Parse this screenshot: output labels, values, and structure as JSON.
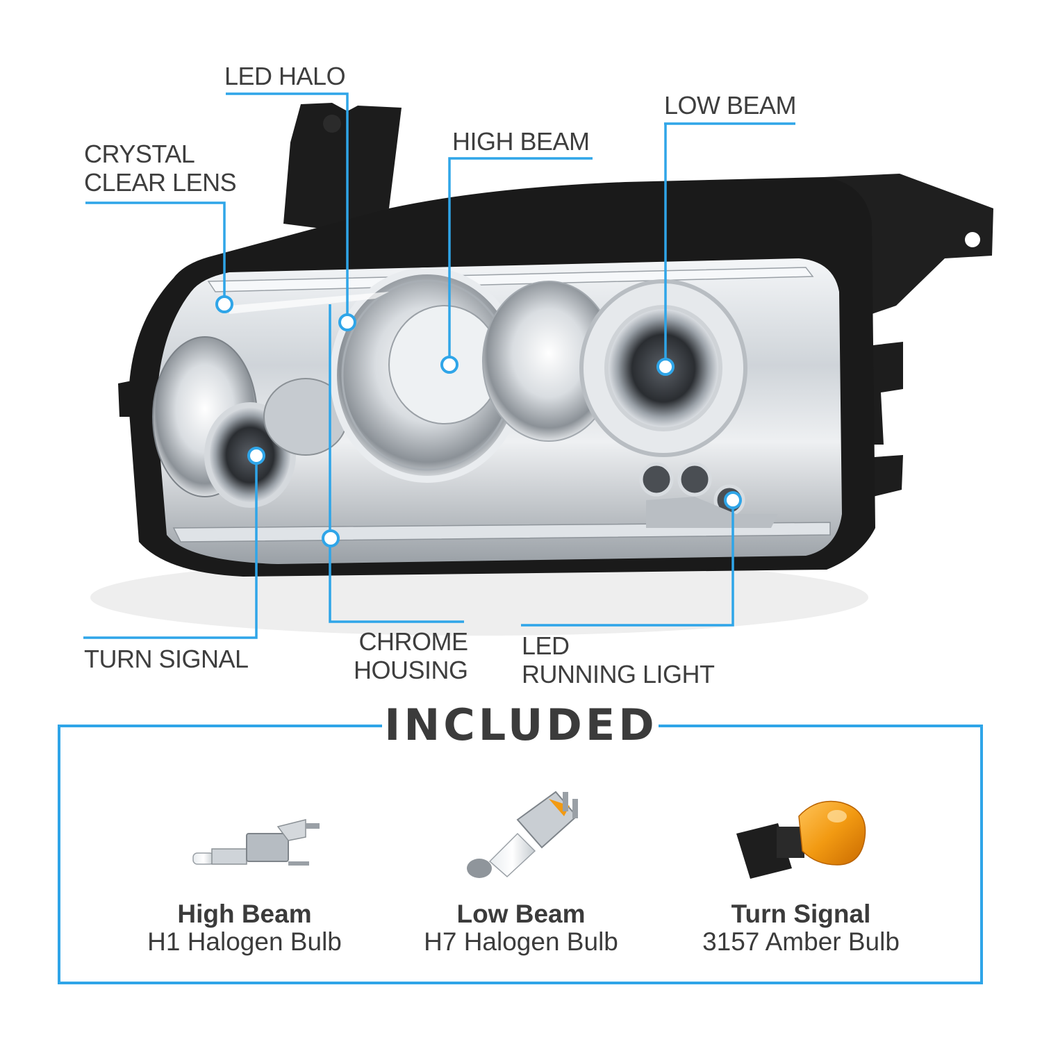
{
  "callouts": {
    "led_halo": "LED HALO",
    "low_beam": "LOW BEAM",
    "crystal_clear_lens": [
      "CRYSTAL",
      "CLEAR LENS"
    ],
    "high_beam": "HIGH BEAM",
    "turn_signal": "TURN SIGNAL",
    "chrome_housing": [
      "CHROME",
      "HOUSING"
    ],
    "led_running_light": [
      "LED",
      "RUNNING LIGHT"
    ]
  },
  "included": {
    "title": "INCLUDED",
    "items": [
      {
        "name": "High Beam",
        "desc": "H1 Halogen Bulb",
        "icon": "h1-bulb-icon"
      },
      {
        "name": "Low Beam",
        "desc": "H7 Halogen Bulb",
        "icon": "h7-bulb-icon"
      },
      {
        "name": "Turn Signal",
        "desc": "3157 Amber Bulb",
        "icon": "amber-bulb-icon"
      }
    ]
  },
  "colors": {
    "accent": "#2fa5e8",
    "housing": "#1c1c1c",
    "chrome": "#c9cdd2",
    "amber": "#f29a12",
    "text": "#3e3e3e"
  }
}
